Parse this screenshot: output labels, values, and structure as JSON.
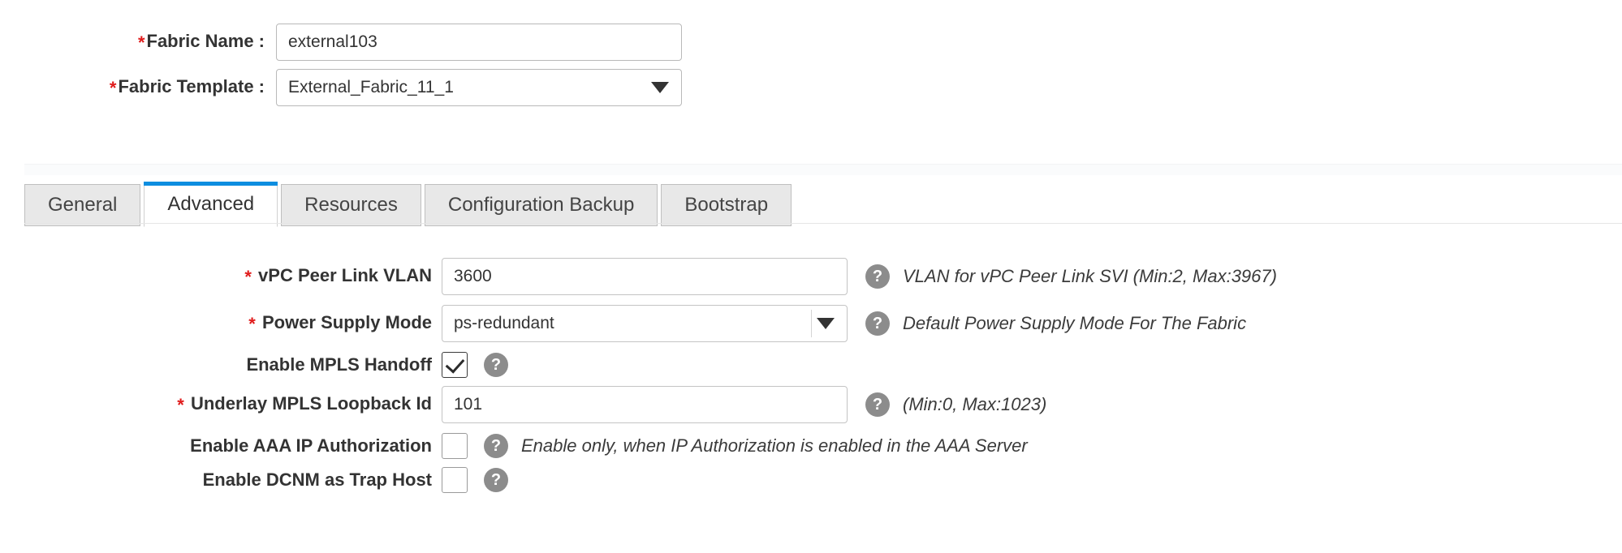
{
  "header": {
    "fields": [
      {
        "label": "Fabric Name :",
        "required": true,
        "type": "text",
        "value": "external103",
        "placeholder": ""
      },
      {
        "label": "Fabric Template :",
        "required": true,
        "type": "select",
        "value": "External_Fabric_11_1",
        "placeholder": ""
      }
    ]
  },
  "tabs": {
    "items": [
      {
        "label": "General",
        "active": false
      },
      {
        "label": "Advanced",
        "active": true
      },
      {
        "label": "Resources",
        "active": false
      },
      {
        "label": "Configuration Backup",
        "active": false
      },
      {
        "label": "Bootstrap",
        "active": false
      }
    ],
    "active_accent_color": "#0d8ee0"
  },
  "advanced": {
    "rows": [
      {
        "label": "vPC Peer Link VLAN",
        "required": true,
        "type": "text",
        "value": "3600",
        "help_icon": "question-mark-icon",
        "help_text": "VLAN for vPC Peer Link SVI (Min:2, Max:3967)"
      },
      {
        "label": "Power Supply Mode",
        "required": true,
        "type": "select",
        "value": "ps-redundant",
        "help_icon": "question-mark-icon",
        "help_text": "Default Power Supply Mode For The Fabric"
      },
      {
        "label": "Enable MPLS Handoff",
        "required": false,
        "type": "checkbox",
        "checked": true,
        "help_icon": "question-mark-icon",
        "help_text": ""
      },
      {
        "label": "Underlay MPLS Loopback Id",
        "required": true,
        "type": "text",
        "value": "101",
        "help_icon": "question-mark-icon",
        "help_text": "(Min:0, Max:1023)"
      },
      {
        "label": "Enable AAA IP Authorization",
        "required": false,
        "type": "checkbox",
        "checked": false,
        "help_icon": "question-mark-icon",
        "help_text": "Enable only, when IP Authorization is enabled in the AAA Server"
      },
      {
        "label": "Enable DCNM as Trap Host",
        "required": false,
        "type": "checkbox",
        "checked": false,
        "help_icon": "question-mark-icon",
        "help_text": ""
      }
    ]
  },
  "glyphs": {
    "required_star": "*",
    "help": "?"
  }
}
